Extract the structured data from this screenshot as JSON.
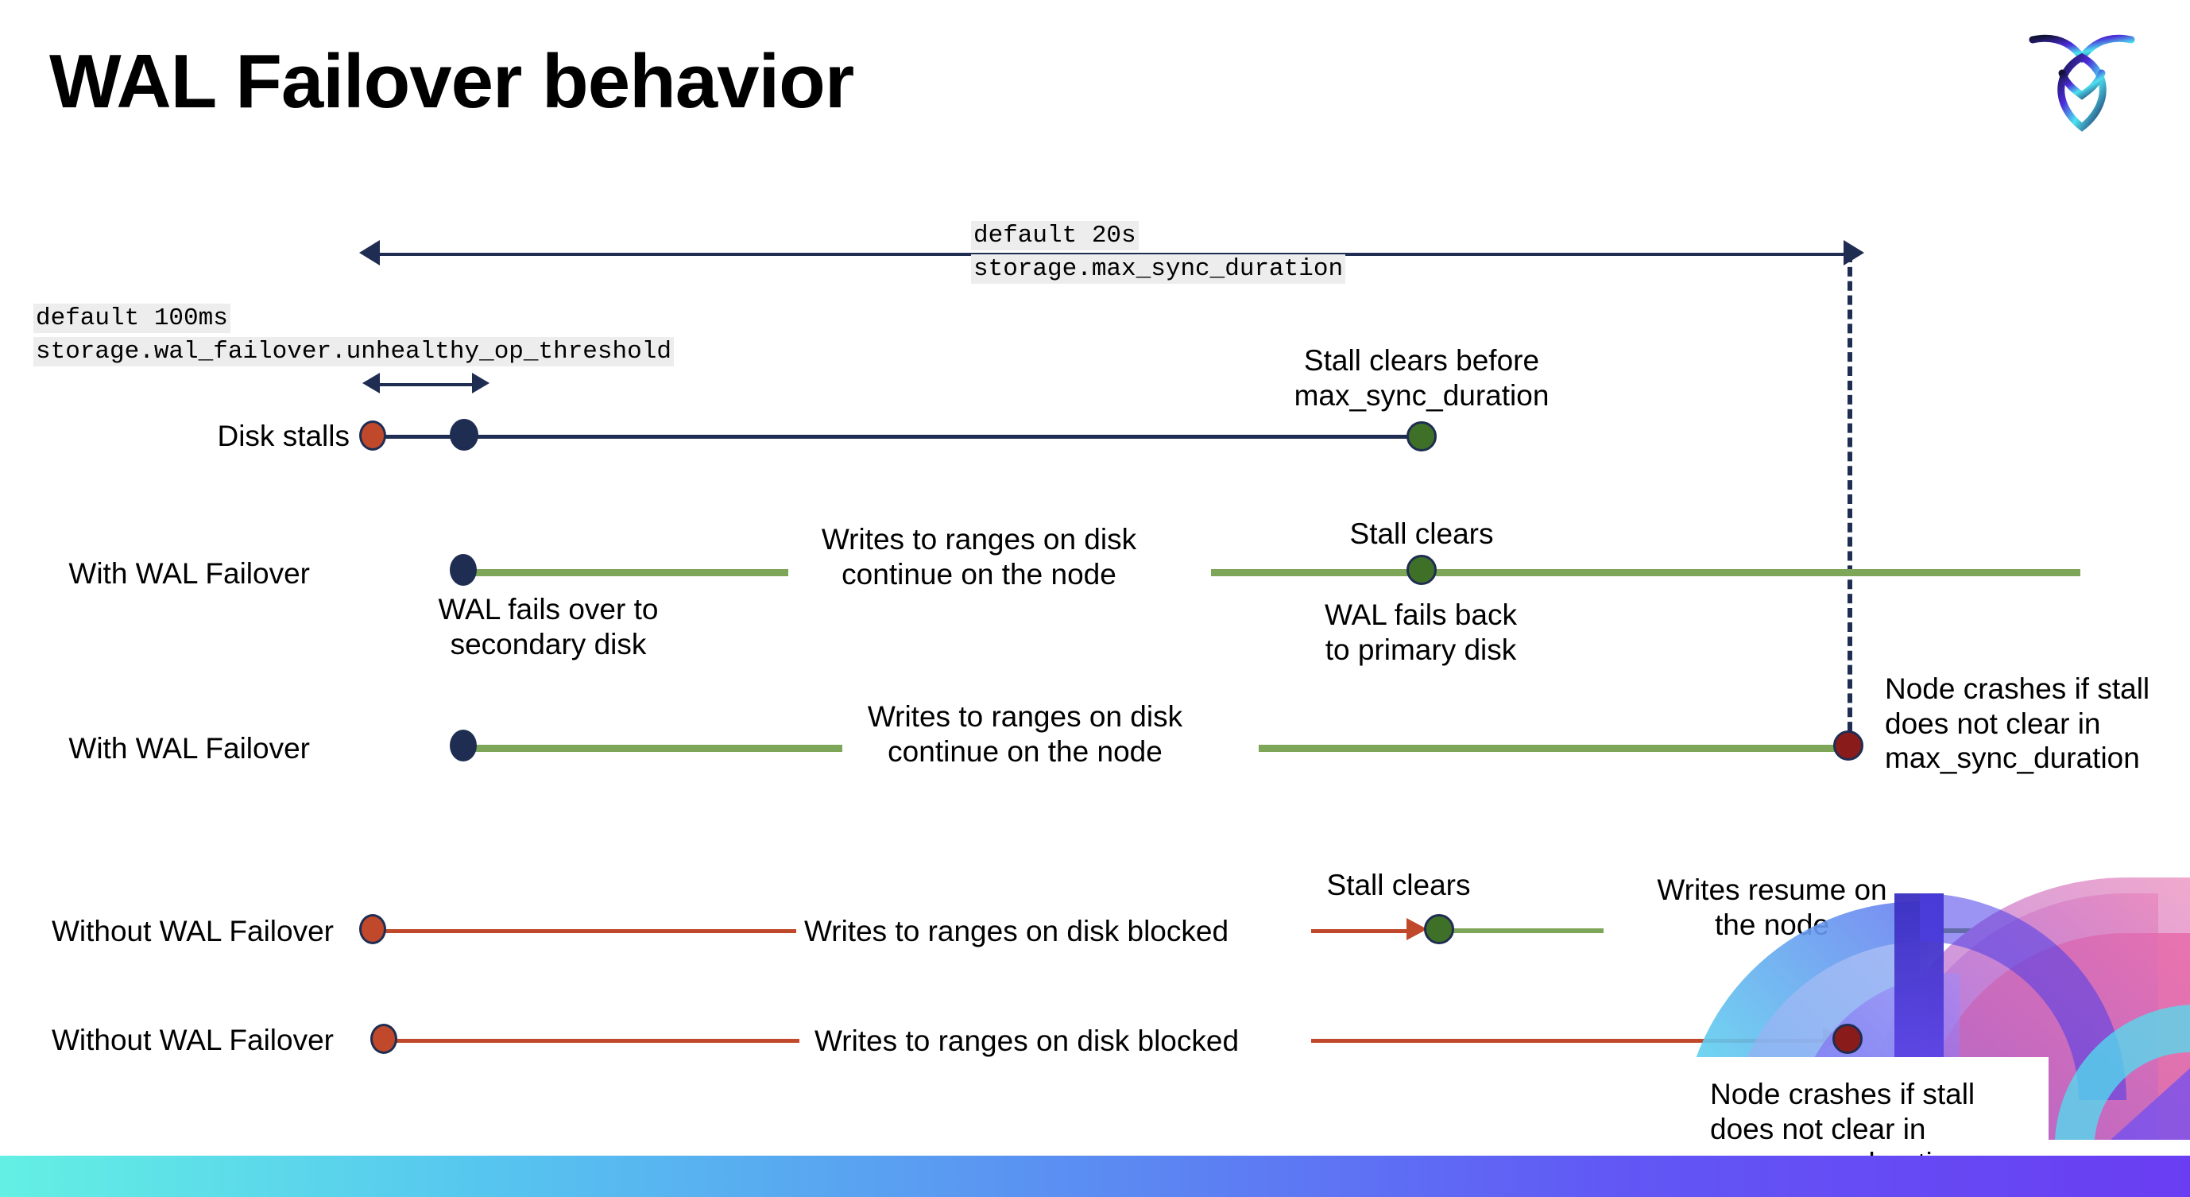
{
  "slide": {
    "title": "WAL Failover behavior",
    "logo_name": "cockroachdb-logo"
  },
  "annotations": {
    "max_sync_default": "default 20s",
    "max_sync_setting": "storage.max_sync_duration",
    "unhealthy_default": "default 100ms",
    "unhealthy_setting": "storage.wal_failover.unhealthy_op_threshold"
  },
  "rows": [
    {
      "label": "Disk stalls",
      "notes": [
        "Stall clears before\nmax_sync_duration"
      ]
    },
    {
      "label": "With WAL Failover",
      "notes": [
        "Writes to ranges on disk\ncontinue on the node",
        "Stall clears",
        "WAL fails over to\nsecondary disk",
        "WAL fails  back\nto primary disk"
      ]
    },
    {
      "label": "With WAL Failover",
      "notes": [
        "Writes to ranges on disk\ncontinue on the node",
        "Node crashes if stall\ndoes not clear in\nmax_sync_duration"
      ]
    },
    {
      "label": "Without WAL Failover",
      "notes": [
        "Writes to ranges on disk  blocked",
        "Stall clears",
        "Writes resume on\nthe node"
      ]
    },
    {
      "label": "Without WAL Failover",
      "notes": [
        "Writes to ranges on disk  blocked",
        "Node crashes if stall\ndoes not clear in\nmax_sync_duration"
      ]
    }
  ],
  "colors": {
    "navy": "#1f2d52",
    "green_line": "#7da658",
    "green_dot": "#3f7028",
    "red_line": "#c0492b",
    "red_dot": "#c0492b",
    "dark_red_dot": "#8a1b1b",
    "code_bg": "#ededed"
  }
}
